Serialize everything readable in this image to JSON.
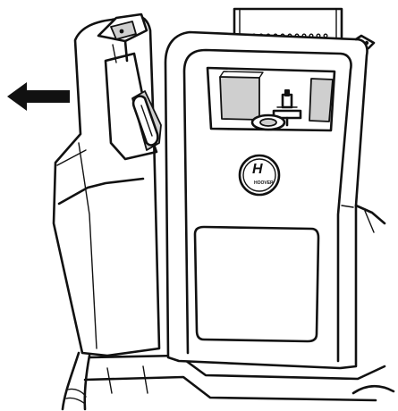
{
  "brand": {
    "logo_letter": "H",
    "logo_word": "HOOVER"
  },
  "colors": {
    "line": "#111111",
    "shade": "#cfcfcf",
    "background": "#ffffff"
  },
  "icons": [
    "arrow-left-icon",
    "hoover-logo-badge"
  ]
}
